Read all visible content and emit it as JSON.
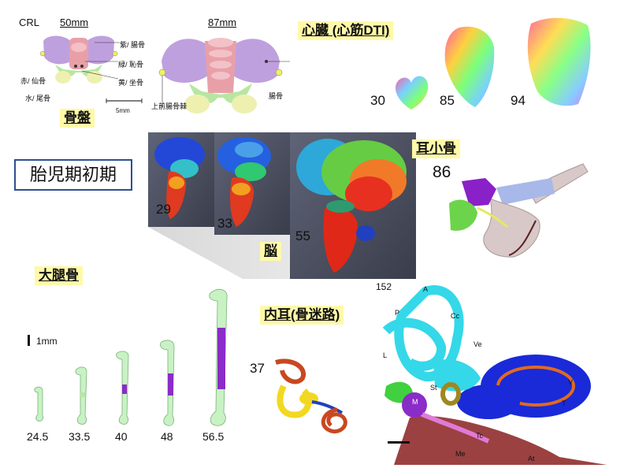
{
  "pelvis": {
    "crl_label": "CRL",
    "size_a": "50mm",
    "size_b": "87mm",
    "legend": [
      "紫/ 腸骨",
      "緑/ 恥骨",
      "黄/ 坐骨",
      "赤/ 仙骨",
      "水/ 尾骨"
    ],
    "scale_label": "5mm",
    "ilium_label": "腸骨",
    "spine_label": "上前腸骨棘",
    "title": "骨盤"
  },
  "heart": {
    "title": "心臓 (心筋DTI)",
    "stages": [
      "30",
      "85",
      "94"
    ]
  },
  "main_title": "胎児期初期",
  "brain": {
    "title": "脳",
    "stages": [
      "29",
      "33",
      "55"
    ]
  },
  "ossicles": {
    "title": "耳小骨",
    "stage": "86"
  },
  "femur": {
    "title": "大腿骨",
    "scale_label": "1mm",
    "stages": [
      "24.5",
      "33.5",
      "40",
      "48",
      "56.5"
    ]
  },
  "inner_ear": {
    "title": "内耳(骨迷路)",
    "stage_small": "37",
    "stage_large": "152",
    "labels": [
      "A",
      "P",
      "Cc",
      "Ve",
      "L",
      "V",
      "St",
      "M",
      "T",
      "Tc",
      "Me",
      "At"
    ]
  }
}
